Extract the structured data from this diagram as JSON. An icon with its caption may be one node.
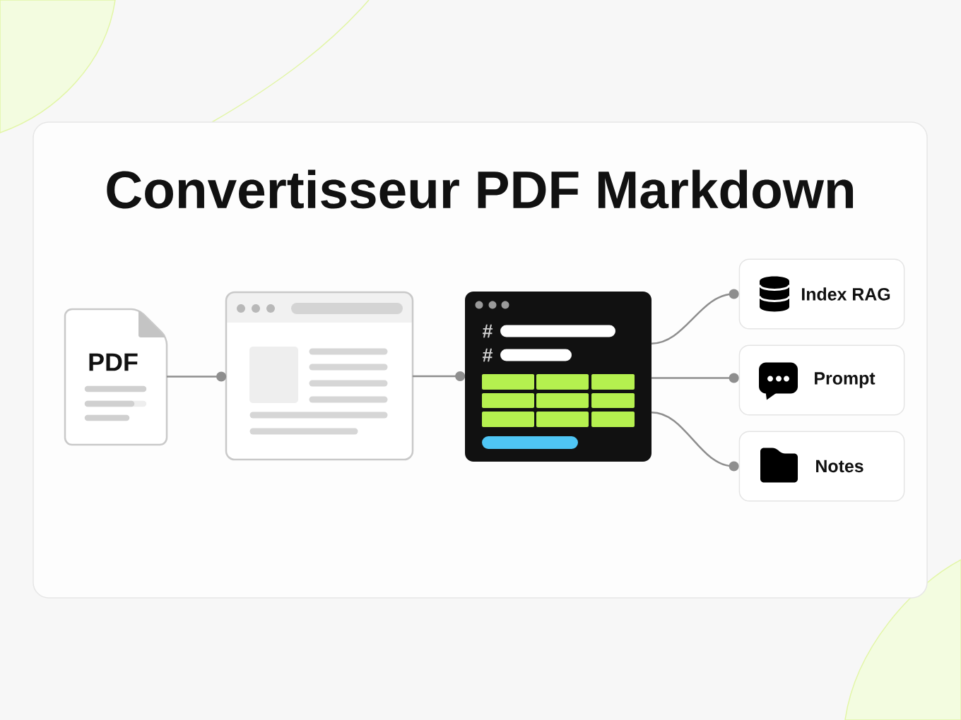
{
  "diagram": {
    "title": "Convertisseur PDF Markdown",
    "nodes": [
      {
        "text": [
          "PDF"
        ]
      },
      {
        "text": [],
        "shape": "picture"
      },
      {
        "text": [
          "#",
          "#"
        ]
      },
      {
        "text": [
          "Index RAG"
        ]
      },
      {
        "text": [
          "Prompt"
        ]
      },
      {
        "text": [
          "Notes"
        ]
      }
    ],
    "edges": [
      {
        "from": 0,
        "to": 1,
        "arrow": "other"
      },
      {
        "from": 1,
        "to": 2,
        "arrow": "other"
      },
      {
        "from": 2,
        "to": 3,
        "arrow": "other"
      },
      {
        "from": 2,
        "to": 4,
        "arrow": "other"
      },
      {
        "from": 2,
        "to": 5,
        "arrow": "other"
      }
    ]
  }
}
